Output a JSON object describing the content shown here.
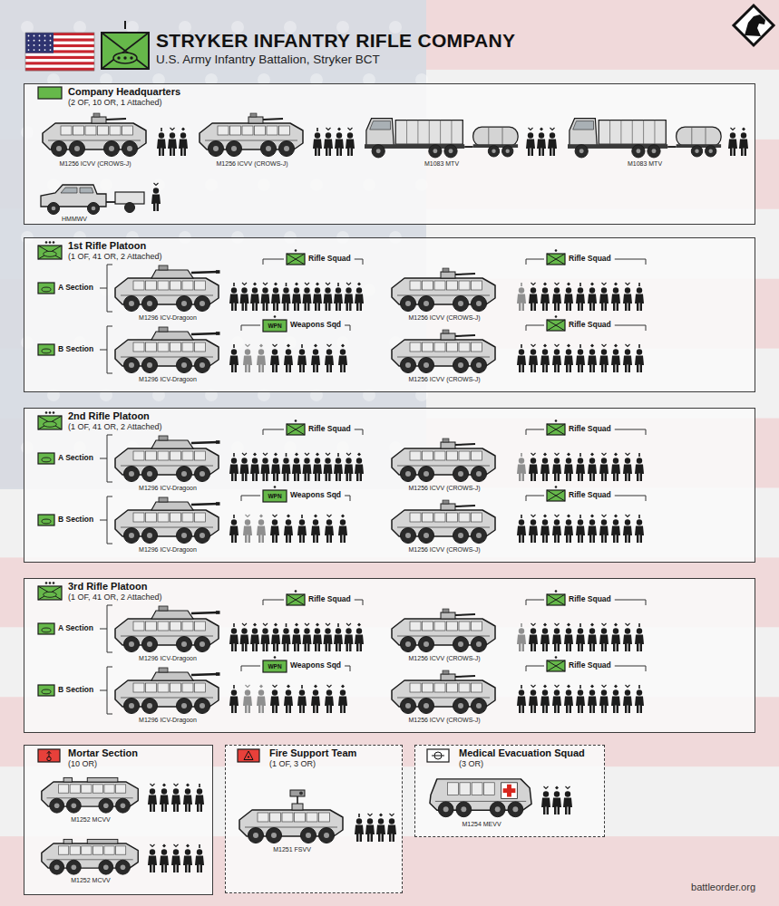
{
  "diagram": {
    "title": "STRYKER INFANTRY RIFLE COMPANY",
    "nodes": [
      {
        "text": [
          "Company Headquarters",
          "(2 OF, 10 OR, 1 Attached)"
        ]
      },
      {
        "text": [
          "1st Rifle Platoon",
          "(1 OF, 41 OR, 2 Attached)"
        ]
      },
      {
        "text": [
          "2nd Rifle Platoon",
          "(1 OF, 41 OR, 2 Attached)"
        ]
      },
      {
        "text": [
          "3rd Rifle Platoon",
          "(1 OF, 41 OR, 2 Attached)"
        ]
      },
      {
        "text": [
          "Mortar Section",
          "(10 OR)"
        ]
      },
      {
        "text": [
          "Fire Support Team",
          "(1 OF, 3 OR)"
        ]
      },
      {
        "text": [
          "Medical Evacuation Squad",
          "(3 OR)"
        ]
      }
    ],
    "labels": [
      "U.S. Army Infantry Battalion, Stryker BCT",
      "M1256 ICVV (CROWS-J)",
      "M1256 ICVV (CROWS-J)",
      "M1083 MTV",
      "M1083 MTV",
      "HMMWV",
      "A Section",
      "Rifle Squad",
      "M1296 ICV-Dragoon",
      "Rifle Squad",
      "M1256 ICVV (CROWS-J)",
      "B Section",
      "WPN",
      "Weapons Sqd",
      "M1296 ICV-Dragoon",
      "Rifle Squad",
      "M1256 ICVV (CROWS-J)",
      "A Section",
      "Rifle Squad",
      "M1296 ICV-Dragoon",
      "Rifle Squad",
      "M1256 ICVV (CROWS-J)",
      "B Section",
      "WPN",
      "Weapons Sqd",
      "M1296 ICV-Dragoon",
      "Rifle Squad",
      "M1256 ICVV (CROWS-J)",
      "A Section",
      "Rifle Squad",
      "M1296 ICV-Dragoon",
      "Rifle Squad",
      "M1256 ICVV (CROWS-J)",
      "B Section",
      "WPN",
      "Weapons Sqd",
      "M1296 ICV-Dragoon",
      "Rifle Squad",
      "M1256 ICVV (CROWS-J)",
      "M1252 MCVV",
      "M1252 MCVV",
      "M1251 FSVV",
      "M1254 MEVV",
      "battleorder.org"
    ]
  }
}
